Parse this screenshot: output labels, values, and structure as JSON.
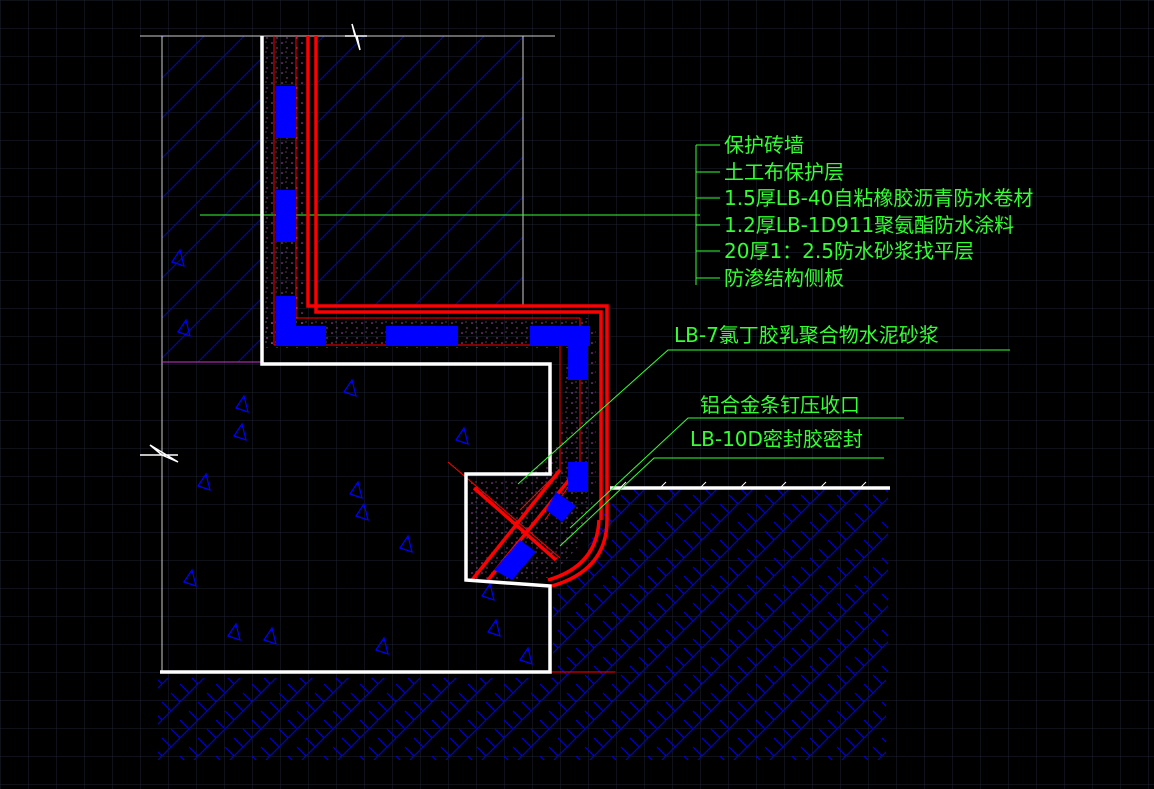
{
  "colors": {
    "background": "#000000",
    "grid": "#1c2530",
    "structure": "#ffffff",
    "waterproof_layer": "#ff0000",
    "protection_block": "#0000ff",
    "hatch": "#0000cc",
    "leader": "#33ff33",
    "label": "#33ff33",
    "guide": "#cc33cc",
    "speckle": "#ff66ff"
  },
  "labels": {
    "brick_wall": "保护砖墙",
    "geotextile": "土工布保护层",
    "membrane": "1.5厚LB-40自粘橡胶沥青防水卷材",
    "coating": "1.2厚LB-1D911聚氨酯防水涂料",
    "mortar_level": "20厚1：2.5防水砂浆找平层",
    "side_wall": "防渗结构侧板",
    "polymer_mortar": "LB-7氯丁胶乳聚合物水泥砂浆",
    "aluminum_strip": "铝合金条钉压收口",
    "sealant": "LB-10D密封胶密封"
  },
  "icons": [
    "break-mark-icon",
    "concrete-triangle-icon"
  ]
}
